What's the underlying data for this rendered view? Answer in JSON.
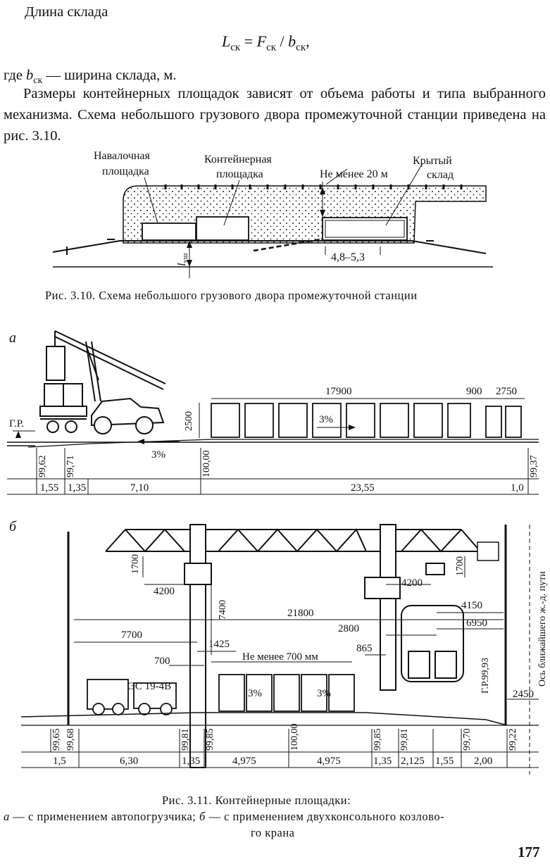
{
  "text": {
    "line1": "Длина склада",
    "formula_L": "L",
    "formula_Lsub": "ск",
    "formula_eq": " = ",
    "formula_F": "F",
    "formula_Fsub": "ск",
    "formula_slash": " / ",
    "formula_b": "b",
    "formula_bsub": "ск",
    "formula_comma": ",",
    "where_pre": "где ",
    "where_b": "b",
    "where_bsub": "ск",
    "where_post": " — ширина склада, м.",
    "para2": "Размеры контейнерных площадок зависят от объема работы и типа выбранного механизма. Схема небольшого грузового двора промежуточной станции приведена на рис. 3.10."
  },
  "fig310": {
    "label_bulk1": "Навалочная",
    "label_bulk2": "площадка",
    "label_cont1": "Контейнерная",
    "label_cont2": "площадка",
    "label_dist": "Не менее 20 м",
    "label_wh1": "Крытый",
    "label_wh2": "склад",
    "label_width": "4,8–5,3",
    "label_l": "l",
    "label_lsub": "уш",
    "caption": "Рис. 3.10. Схема небольшого грузового двора промежуточной станции"
  },
  "fig311a": {
    "letter": "а",
    "gr": "Г.Р.",
    "h2500": "2500",
    "d17900": "17900",
    "d900": "900",
    "d2750": "2750",
    "slope1": "3%",
    "slope2": "3%",
    "elev": [
      "99,62",
      "99,71",
      "100,00",
      "99,37"
    ],
    "widths": [
      "1,55",
      "1,35",
      "7,10",
      "23,55",
      "1,0"
    ]
  },
  "fig311b": {
    "letter": "б",
    "d1700a": "1700",
    "d1700b": "1700",
    "d4200a": "4200",
    "d4200b": "4200",
    "d7400": "7400",
    "d21800": "21800",
    "d4150": "4150",
    "d6950": "6950",
    "d7700": "7700",
    "d2800": "2800",
    "d1425": "1425",
    "d865": "865",
    "d700": "700",
    "min700": "Не менее 700 мм",
    "gr": "Г.Р.99,93",
    "axis": "Ось ближайшего ж.-д. пути",
    "d2450": "2450",
    "vehicle": "ЭС 19-4В",
    "slope1": "3%",
    "slope2": "3%",
    "elev": [
      "99,65",
      "99,68",
      "99,81",
      "99,85",
      "100,00",
      "99,85",
      "99,81",
      "99,70",
      "99,22"
    ],
    "widths": [
      "1,5",
      "6,30",
      "1,35",
      "4,975",
      "4,975",
      "1,35",
      "2,125",
      "1,55",
      "2,00"
    ]
  },
  "caption311": {
    "line1": "Рис. 3.11. Контейнерные площадки:",
    "line2a": "а",
    "line2b": " — с применением автопогрузчика; ",
    "line2c": "б",
    "line2d": " — с применением двухконсольного козлово-",
    "line3": "го крана"
  },
  "page_number": "177"
}
